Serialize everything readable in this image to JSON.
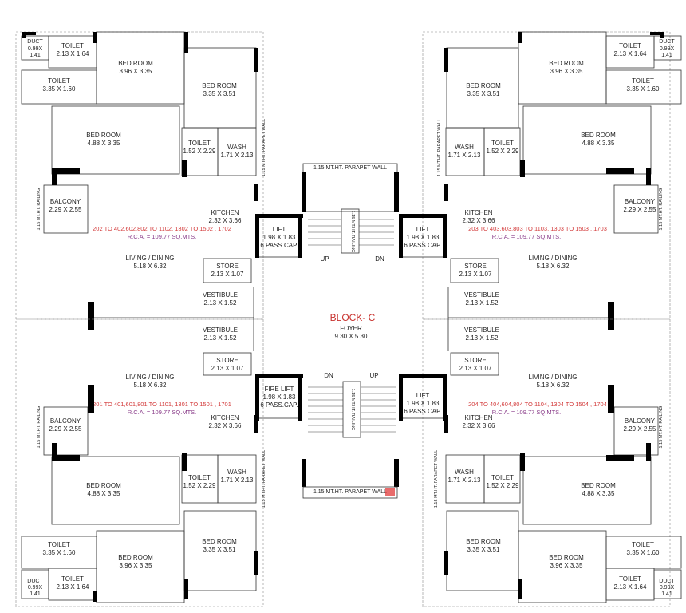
{
  "block": {
    "title": "BLOCK- C",
    "foyer_name": "FOYER",
    "foyer_size": "9.30 X 5.30"
  },
  "parapet": "1.15 MT.HT. PARAPET WALL",
  "railing": "1.15 MT.HT. RAILING",
  "stairs": {
    "up": "UP",
    "dn": "DN"
  },
  "lifts": {
    "top_left": {
      "name": "LIFT",
      "size": "1.98 X 1.83",
      "cap": "6 PASS.CAP."
    },
    "top_right": {
      "name": "LIFT",
      "size": "1.98 X 1.83",
      "cap": "6 PASS.CAP."
    },
    "bot_left": {
      "name": "FIRE LIFT",
      "size": "1.98 X 1.83",
      "cap": "6 PASS.CAP."
    },
    "bot_right": {
      "name": "LIFT",
      "size": "1.98 X 1.83",
      "cap": "6 PASS.CAP."
    }
  },
  "flats": {
    "tl": {
      "nums": "202 TO 402,602,802 TO 1102, 1302 TO 1502 , 1702",
      "rca": "R.C.A. = 109.77  SQ.MTS."
    },
    "tr": {
      "nums": "203 TO 403,603,803 TO 1103, 1303 TO 1503 , 1703",
      "rca": "R.C.A. = 109.77  SQ.MTS."
    },
    "bl": {
      "nums": "201 TO 401,601,801 TO 1101, 1301 TO 1501 , 1701",
      "rca": "R.C.A. = 109.77  SQ.MTS."
    },
    "br": {
      "nums": "204 TO 404,604,804 TO 1104, 1304 TO 1504 , 1704",
      "rca": "R.C.A. = 109.77  SQ.MTS."
    }
  },
  "rooms": {
    "duct": {
      "name": "DUCT",
      "size1": "0.99X",
      "size2": "1.41"
    },
    "toilet_small": {
      "name": "TOILET",
      "size": "2.13 X 1.64"
    },
    "toilet_mid": {
      "name": "TOILET",
      "size": "3.35 X 1.60"
    },
    "toilet_inner": {
      "name": "TOILET",
      "size": "1.52 X 2.29"
    },
    "bed_a": {
      "name": "BED ROOM",
      "size": "3.96 X 3.35"
    },
    "bed_b": {
      "name": "BED ROOM",
      "size": "3.35 X 3.51"
    },
    "bed_c": {
      "name": "BED ROOM",
      "size": "4.88 X 3.35"
    },
    "wash": {
      "name": "WASH",
      "size": "1.71 X 2.13"
    },
    "balcony": {
      "name": "BALCONY",
      "size": "2.29 X 2.55"
    },
    "kitchen": {
      "name": "KITCHEN",
      "size": "2.32 X 3.66"
    },
    "living": {
      "name": "LIVING / DINING",
      "size": "5.18 X 6.32"
    },
    "store": {
      "name": "STORE",
      "size": "2.13 X 1.07"
    },
    "vestibule": {
      "name": "VESTIBULE",
      "size": "2.13 X 1.52"
    }
  },
  "colors": {
    "accent_red": "#c8322e",
    "flat_red": "#d33a3a",
    "rca_purple": "#8a3d8a"
  }
}
